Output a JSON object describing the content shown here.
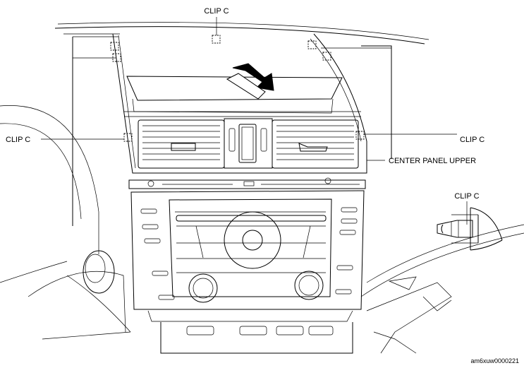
{
  "labels": {
    "clip_top": "CLIP C",
    "clip_left": "CLIP C",
    "clip_right": "CLIP C",
    "center_panel_upper": "CENTER PANEL UPPER",
    "clip_detail": "CLIP C"
  },
  "image_code": "am6xuw0000221"
}
